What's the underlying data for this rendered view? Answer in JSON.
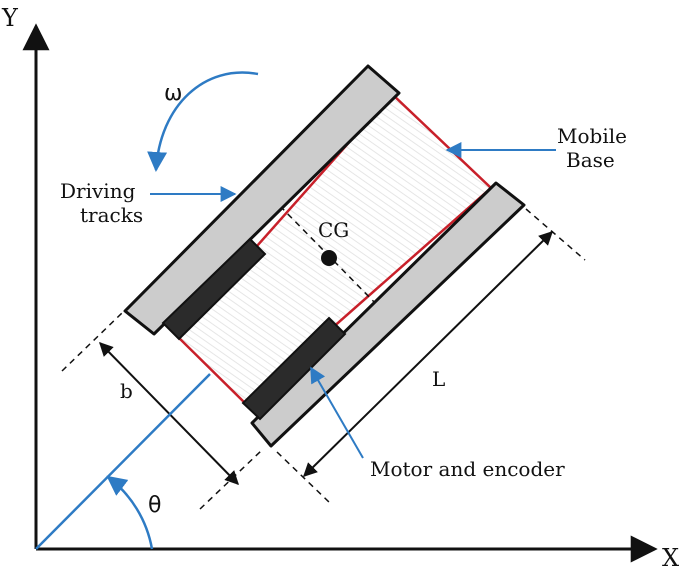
{
  "axes": {
    "x_label": "X",
    "y_label": "Y"
  },
  "labels": {
    "omega": "ω",
    "theta": "θ",
    "cg": "CG",
    "b": "b",
    "L": "L",
    "driving_tracks_line1": "Driving",
    "driving_tracks_line2": "tracks",
    "mobile_base_line1": "Mobile",
    "mobile_base_line2": "Base",
    "motor_encoder": "Motor and encoder"
  },
  "colors": {
    "axis": "#111111",
    "track_fill": "#cccccc",
    "motor_fill": "#2b2b2b",
    "base_outline": "#c8202a",
    "annotation_blue": "#2e7bc4"
  }
}
